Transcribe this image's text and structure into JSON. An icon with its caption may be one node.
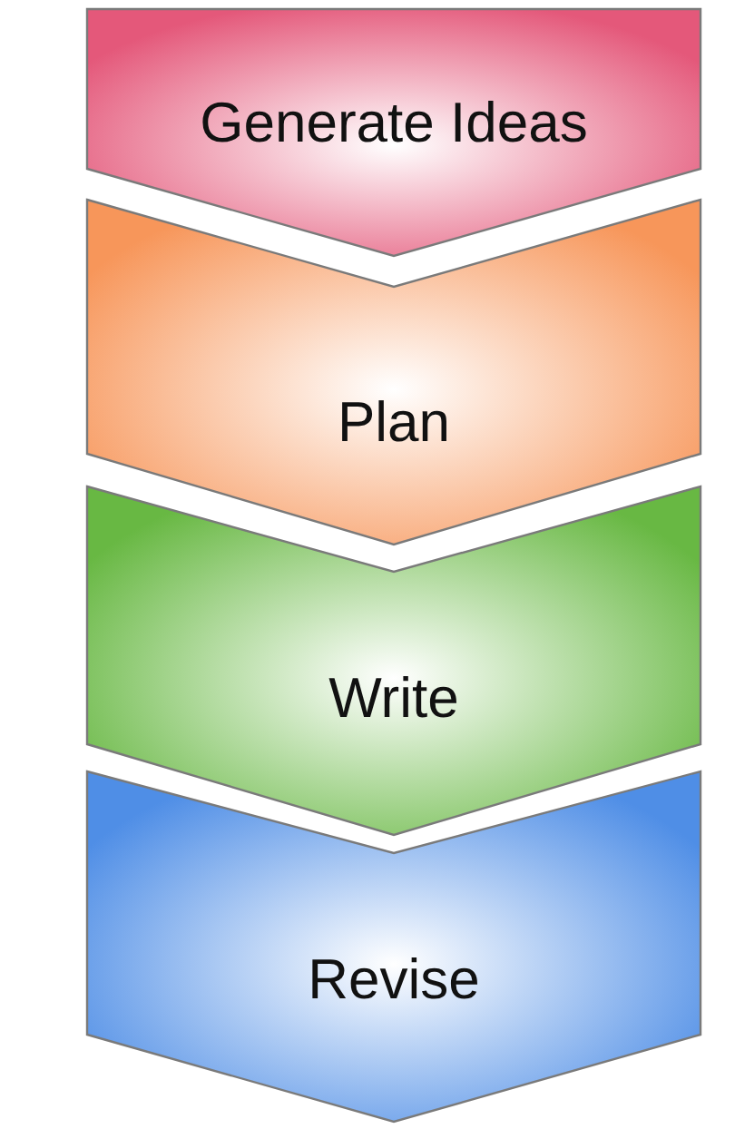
{
  "diagram": {
    "nodes": [
      {
        "text": [
          "Generate Ideas"
        ]
      },
      {
        "text": [
          "Plan"
        ]
      },
      {
        "text": [
          "Write"
        ]
      },
      {
        "text": [
          "Revise"
        ]
      }
    ]
  }
}
